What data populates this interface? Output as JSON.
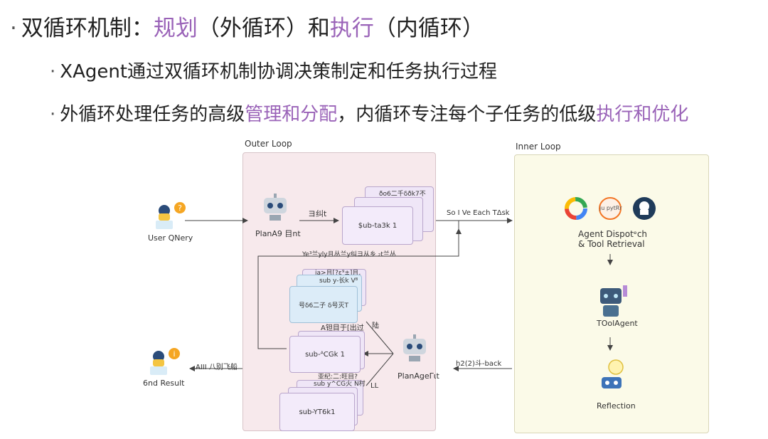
{
  "bullets": {
    "b1": {
      "a": "双循环机制：",
      "b": "规划",
      "c": "（外循环）和",
      "d": "执行",
      "e": "（内循环）"
    },
    "b2": {
      "text": "XAgent通过双循环机制协调决策制定和任务执行过程"
    },
    "b3": {
      "a": "外循环处理任务的高级",
      "b": "管理和分配",
      "c": "，内循环专注每个子任务的低级",
      "d": "执行和优化"
    },
    "marker": "·"
  },
  "diagram": {
    "outer_loop_title": "Outer Loop",
    "inner_loop_title": "Inner Loop",
    "user_query": "User QNery",
    "end_result": "6nd Result",
    "all_finished": "AIII 八别飞船",
    "planner_top": "PlanA9 目nt",
    "planner_bottom": "PlanAgeΓιt",
    "split_label": "ヨ纠t",
    "subtask_card_top": "$ub-ta3k 1",
    "subtask_card_back_top": "ðo6二千δðk7不",
    "solve_each": "So I Ve Each TΔsk",
    "refine_line": "Ye³兰yly且丛兰y纠ヨ从乡 ₂t兰丛",
    "stack2_card_a": "ia>且[?ɛ⁹±]且,",
    "stack2_card_b": "sub y-长k  V⁸",
    "stack2_card_c": "号δ6二子  δ号灭T",
    "mid_label": "A钽目于[出过",
    "side_label1": "陆",
    "card_mid": "sub-ᴬCGk 1",
    "stack3_card_a": "亚纪:二:旺目?",
    "stack3_card_b": "sub y^CG火 N村",
    "stack3_card_c": "sub-YT6k1",
    "side_label2": "LL",
    "agent_dispatch": "Agent Dispotᵉᴄh",
    "tool_retrieval": "& Tool Retrieval",
    "tool_agent": "TOolAgent",
    "reflection": "Reflection",
    "feedback": "h2(2)斗-back",
    "jupyter": "ju pytRr"
  },
  "colors": {
    "highlight": "#9a63b8",
    "outer_bg": "#f7e9ec",
    "inner_bg": "#fbfae8",
    "card": "#efe6f7"
  }
}
